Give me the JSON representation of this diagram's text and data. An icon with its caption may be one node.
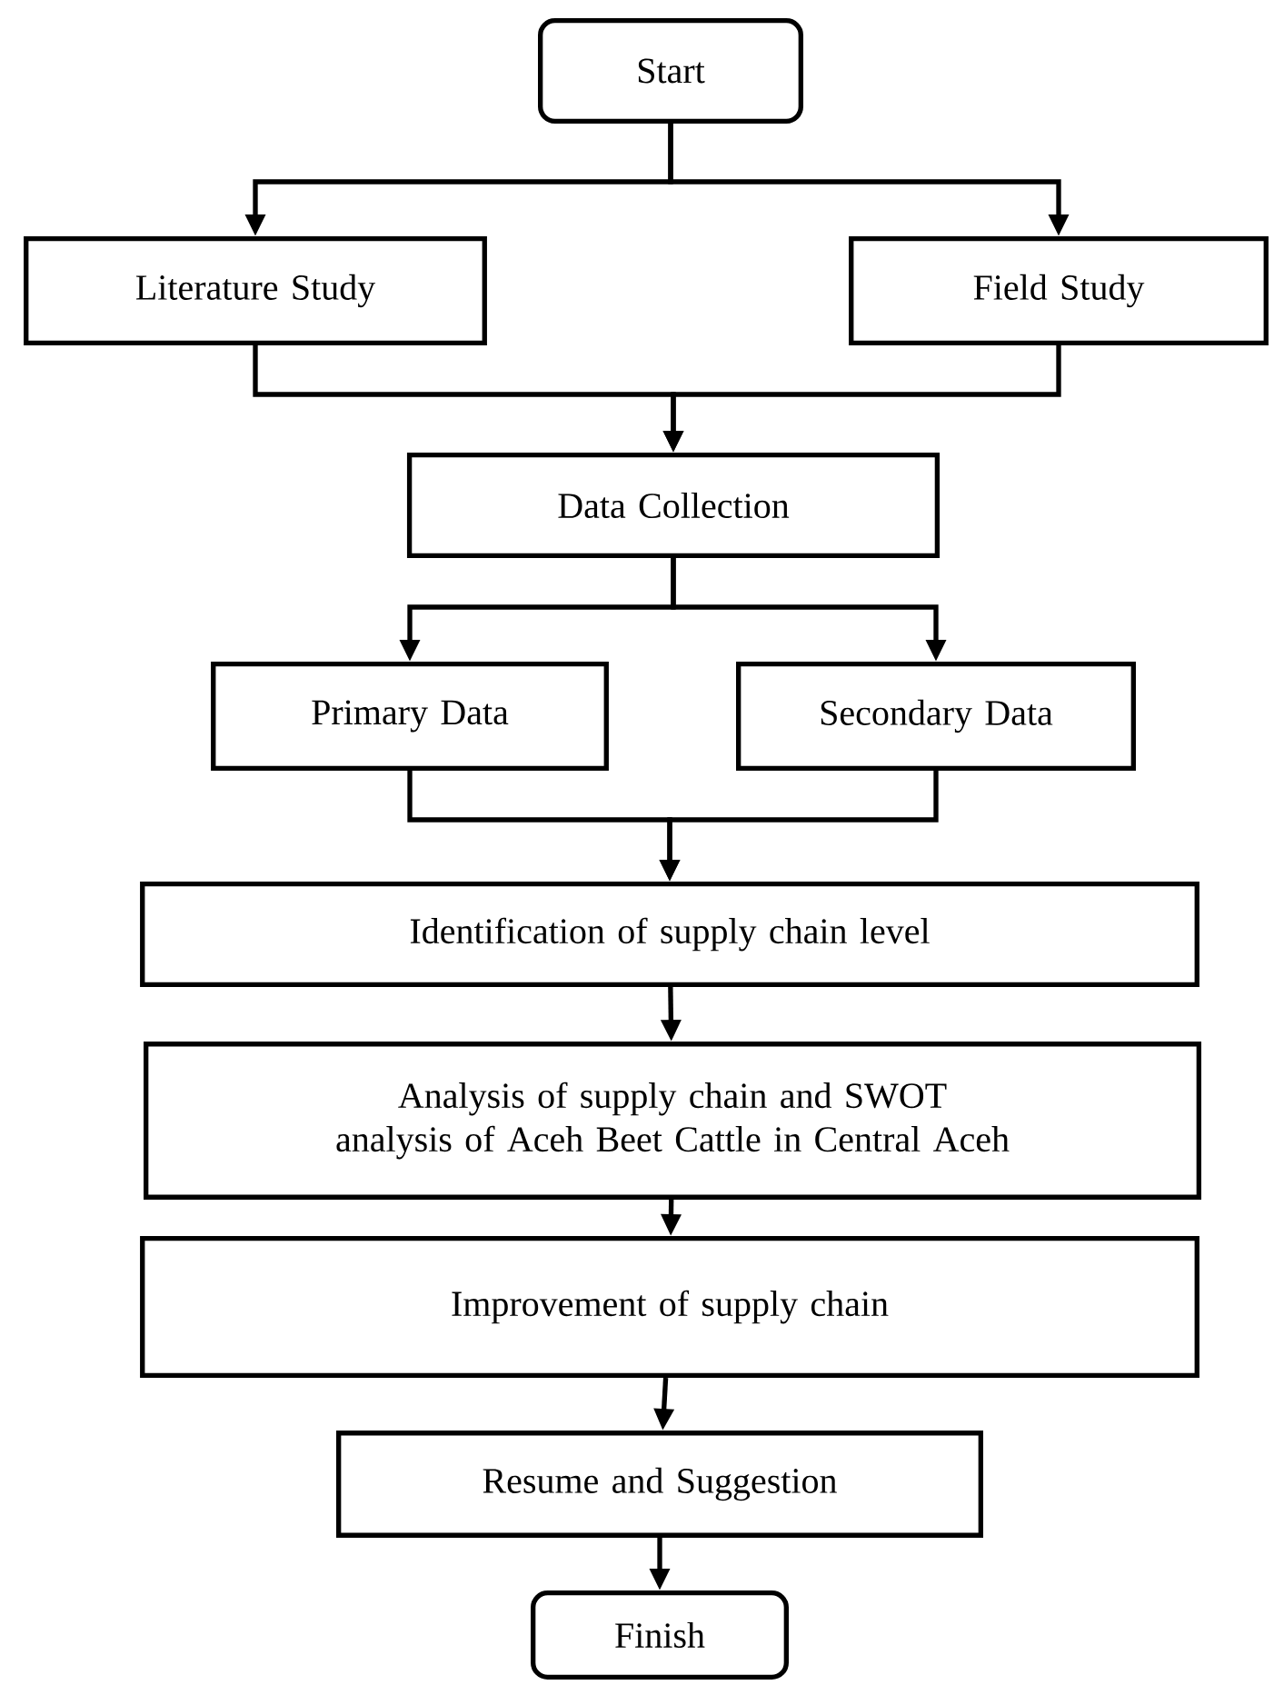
{
  "diagram": {
    "nodes": [
      {
        "text": [
          "Start"
        ]
      },
      {
        "text": [
          "Literature Study"
        ]
      },
      {
        "text": [
          "Field Study"
        ]
      },
      {
        "text": [
          "Data Collection"
        ]
      },
      {
        "text": [
          "Primary Data"
        ]
      },
      {
        "text": [
          "Secondary Data"
        ]
      },
      {
        "text": [
          "Identification of supply chain level"
        ]
      },
      {
        "text": [
          "Analysis of supply chain and SWOT analysis of Aceh Beet Cattle in Central Aceh"
        ]
      },
      {
        "text": [
          "Improvement of supply chain"
        ]
      },
      {
        "text": [
          "Resume and Suggestion"
        ]
      },
      {
        "text": [
          "Finish"
        ]
      }
    ],
    "edges": [
      {
        "from": 0,
        "to": 1,
        "arrow": "to"
      },
      {
        "from": 0,
        "to": 2,
        "arrow": "to"
      },
      {
        "from": 1,
        "to": 3,
        "arrow": "to"
      },
      {
        "from": 2,
        "to": 3,
        "arrow": "to"
      },
      {
        "from": 3,
        "to": 4,
        "arrow": "to"
      },
      {
        "from": 3,
        "to": 5,
        "arrow": "to"
      },
      {
        "from": 4,
        "to": 6,
        "arrow": "to"
      },
      {
        "from": 5,
        "to": 6,
        "arrow": "to"
      },
      {
        "from": 6,
        "to": 7,
        "arrow": "to"
      },
      {
        "from": 7,
        "to": 8,
        "arrow": "to"
      },
      {
        "from": 8,
        "to": 9,
        "arrow": "to"
      },
      {
        "from": 9,
        "to": 10,
        "arrow": "to"
      }
    ]
  }
}
